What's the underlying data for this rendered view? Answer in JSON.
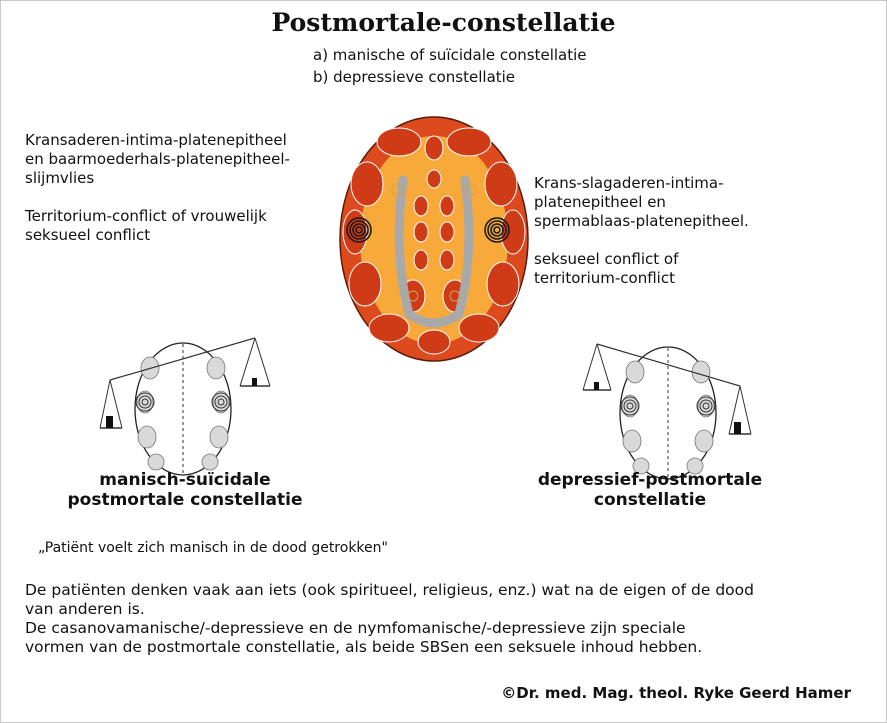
{
  "title": "Postmortale-constellatie",
  "subtitle_a": "a) manische of suïcidale constellatie",
  "subtitle_b": "b) depressieve constellatie",
  "left_text": {
    "line1": "Kransaderen-intima-platenepitheel",
    "line2": "en baarmoederhals-platenepitheel-",
    "line3": "slijmvlies",
    "line4": "Territorium-conflict of vrouwelijk",
    "line5": "seksueel conflict"
  },
  "right_text": {
    "line1": "Krans-slagaderen-intima-",
    "line2": "platenepitheel en",
    "line3": "spermablaas-platenepitheel.",
    "line4": "seksueel conflict of",
    "line5": "territorium-conflict"
  },
  "caption_left": {
    "line1": "manisch-suïcidale",
    "line2": "postmortale constellatie"
  },
  "caption_right": {
    "line1": "depressief-postmortale",
    "line2": "constellatie"
  },
  "quote": "„Patiënt voelt zich manisch in de dood getrokken\"",
  "paragraph": {
    "line1": "De patiënten denken vaak aan iets (ook spiritueel, religieus, enz.) wat na de eigen of de dood",
    "line2": "van anderen is.",
    "line3": "De casanovamanische/-depressieve en de nymfomanische/-depressieve zijn speciale",
    "line4": "vormen van de postmortale constellatie, als beide SBSen een seksuele inhoud hebben."
  },
  "copyright": "©Dr. med. Mag. theol. Ryke Geerd Hamer",
  "colors": {
    "brain_outer": "#dd4a1e",
    "brain_inner": "#f7a93a",
    "brain_relay": "#cf3a17",
    "ventricle": "#a9a9a9",
    "small_brain_fill": "#d9d9d9"
  }
}
